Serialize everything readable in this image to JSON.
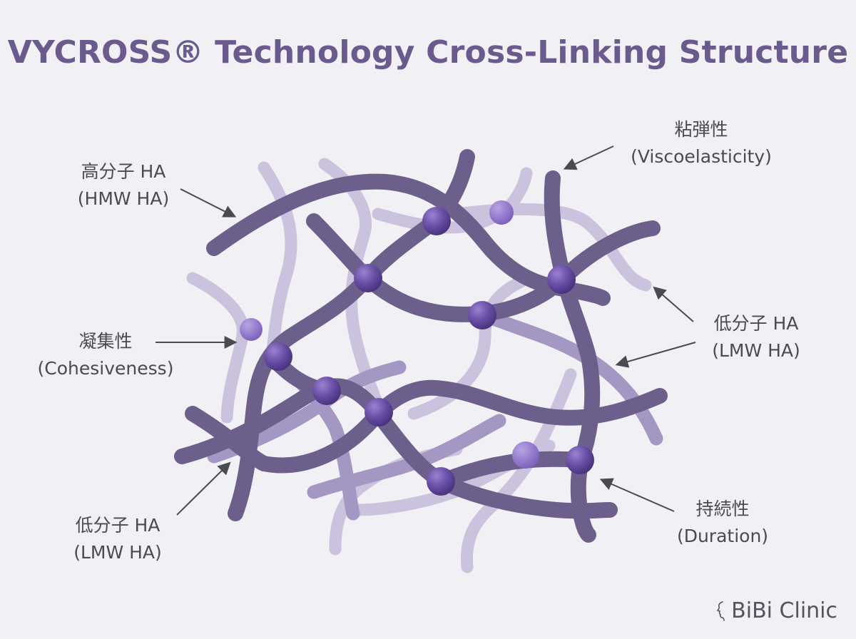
{
  "title": "VYCROSS® Technology Cross-Linking Structure",
  "labels": {
    "hmw": {
      "jp": "高分子 HA",
      "en": "(HMW HA)"
    },
    "viscoelasticity": {
      "jp": "粘弾性",
      "en": "(Viscoelasticity)"
    },
    "lmw_right": {
      "jp": "低分子 HA",
      "en": "(LMW HA)"
    },
    "cohesiveness": {
      "jp": "凝集性",
      "en": "(Cohesiveness)"
    },
    "lmw_left": {
      "jp": "低分子 HA",
      "en": "(LMW HA)"
    },
    "duration": {
      "jp": "持続性",
      "en": "(Duration)"
    }
  },
  "brand": {
    "name": "BiBi Clinic",
    "icon": "face-profile-icon"
  },
  "colors": {
    "background": "#f1f0f5",
    "title": "#6b5a8e",
    "hmw_strand": "#6c5f8c",
    "lmw_strand": "#b9aed0",
    "mid_strand": "#9485b5",
    "node": "#6a4fa6"
  }
}
